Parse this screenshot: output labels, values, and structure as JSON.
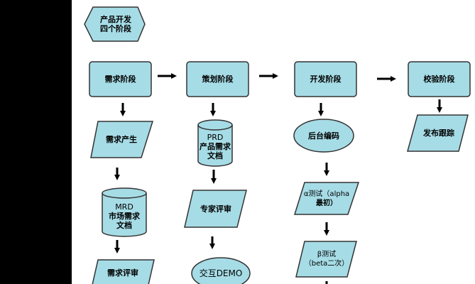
{
  "diagram": {
    "title_line1": "产品开发",
    "title_line2": "四个阶段",
    "phases": {
      "requirements": "需求阶段",
      "planning": "策划阶段",
      "development": "开发阶段",
      "verification": "校验阶段"
    },
    "requirements_steps": {
      "generate": "需求产生",
      "mrd_line1": "MRD",
      "mrd_line2": "市场需求",
      "mrd_line3": "文档",
      "review": "需求评审"
    },
    "planning_steps": {
      "prd_line1": "PRD",
      "prd_line2": "产品需求",
      "prd_line3": "文档",
      "expert_review": "专家评审",
      "demo": "交互DEMO"
    },
    "development_steps": {
      "backend": "后台编码",
      "alpha_line1": "α测试（alpha",
      "alpha_line2": "最初）",
      "beta_line1": "β测试",
      "beta_line2": "（beta二次）"
    },
    "verification_steps": {
      "release": "发布跟踪"
    },
    "colors": {
      "fill": "#a6dce6",
      "stroke": "#333333",
      "arrow": "#000000",
      "side_bars": "#000000"
    }
  }
}
